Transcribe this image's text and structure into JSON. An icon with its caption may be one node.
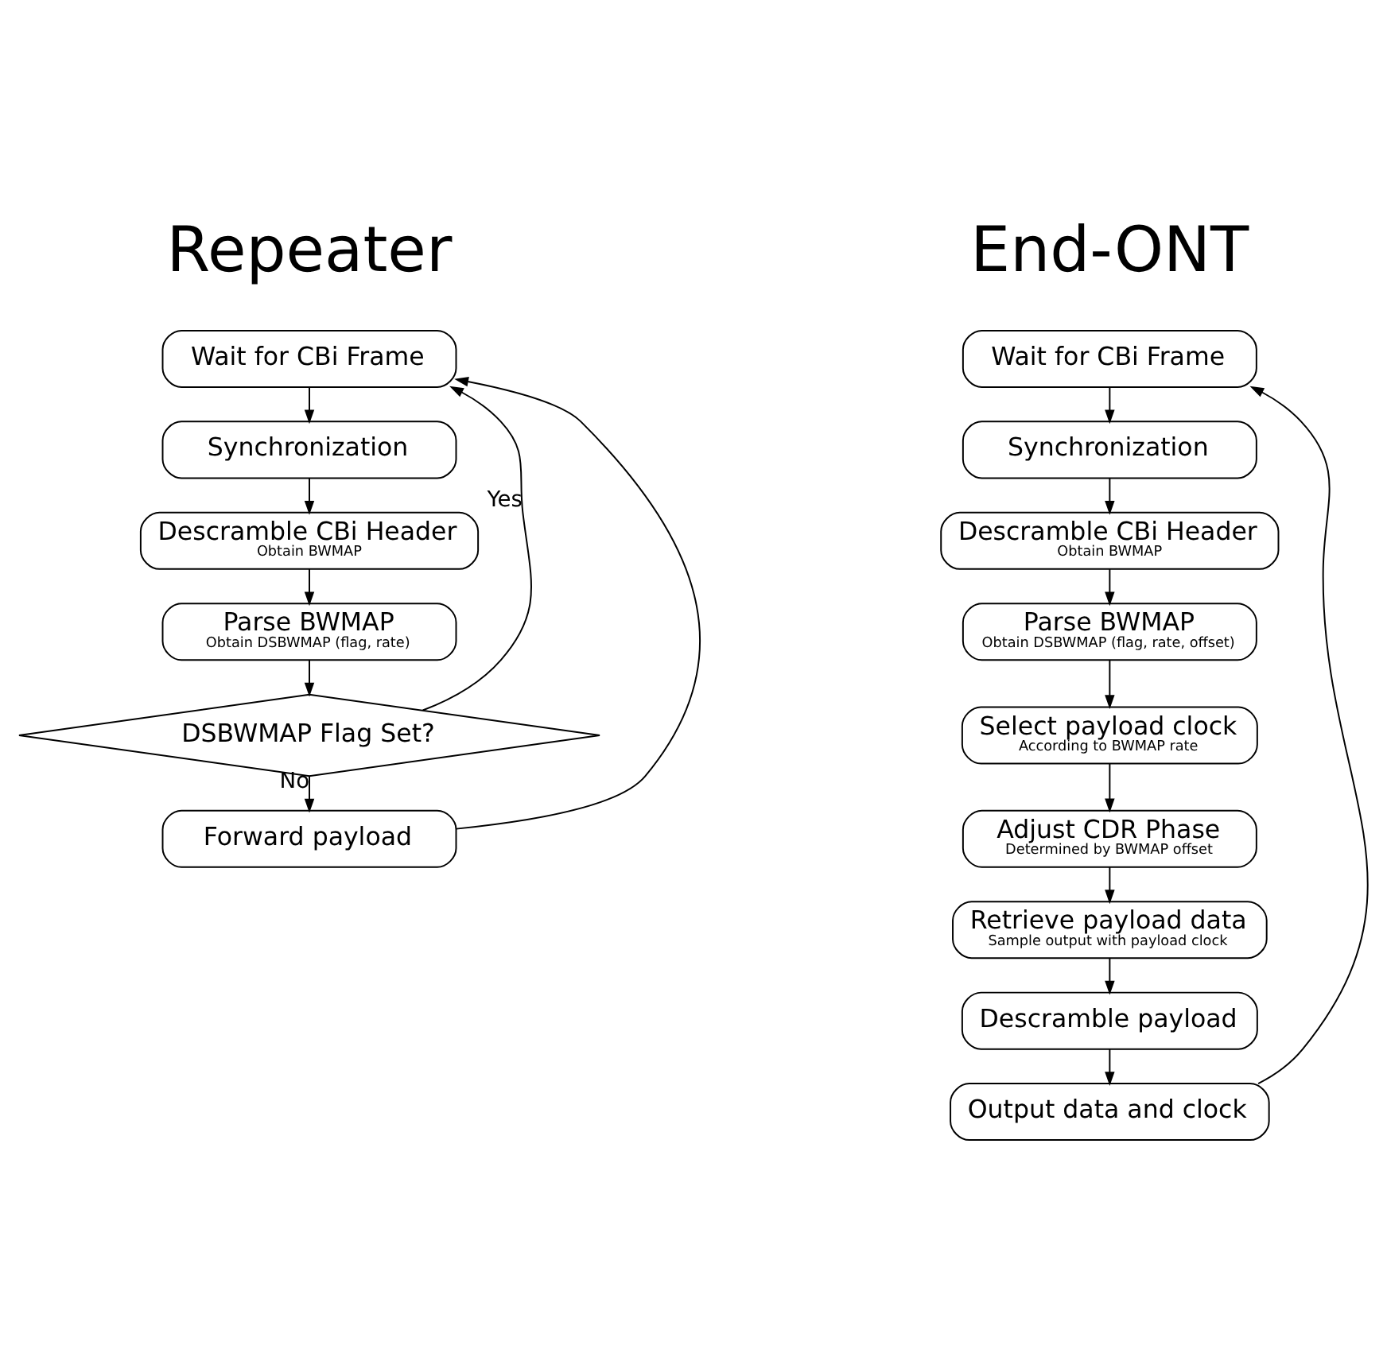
{
  "diagram": {
    "nodes": [
      {
        "text": [
          "Wait for CBi Frame"
        ]
      },
      {
        "text": [
          "Synchronization"
        ]
      },
      {
        "text": [
          "Descramble CBi Header",
          "Obtain BWMAP"
        ]
      },
      {
        "text": [
          "Parse BWMAP",
          "Obtain DSBWMAP (flag, rate)"
        ]
      },
      {
        "text": [
          "DSBWMAP Flag Set?"
        ]
      },
      {
        "text": [
          "Forward payload"
        ]
      },
      {
        "text": [
          "Wait for CBi Frame"
        ]
      },
      {
        "text": [
          "Synchronization"
        ]
      },
      {
        "text": [
          "Descramble CBi Header",
          "Obtain BWMAP"
        ]
      },
      {
        "text": [
          "Parse BWMAP",
          "Obtain DSBWMAP (flag, rate, offset)"
        ]
      },
      {
        "text": [
          "Select payload clock",
          "According to BWMAP rate"
        ]
      },
      {
        "text": [
          "Adjust CDR Phase",
          "Determined by BWMAP offset"
        ]
      },
      {
        "text": [
          "Retrieve payload data",
          "Sample output with payload clock"
        ]
      },
      {
        "text": [
          "Descramble payload"
        ]
      },
      {
        "text": [
          "Output data and clock"
        ]
      }
    ],
    "edges": [
      {
        "from": 0,
        "to": 1,
        "arrow": "to"
      },
      {
        "from": 1,
        "to": 2,
        "arrow": "to"
      },
      {
        "from": 2,
        "to": 3,
        "arrow": "to"
      },
      {
        "from": 3,
        "to": 4,
        "arrow": "to"
      },
      {
        "from": 4,
        "to": 0,
        "arrow": "to",
        "label": "Yes"
      },
      {
        "from": 4,
        "to": 5,
        "arrow": "to",
        "label": "No"
      },
      {
        "from": 5,
        "to": 0,
        "arrow": "to"
      },
      {
        "from": 6,
        "to": 7,
        "arrow": "to"
      },
      {
        "from": 7,
        "to": 8,
        "arrow": "to"
      },
      {
        "from": 8,
        "to": 9,
        "arrow": "to"
      },
      {
        "from": 9,
        "to": 10,
        "arrow": "to"
      },
      {
        "from": 10,
        "to": 11,
        "arrow": "to"
      },
      {
        "from": 11,
        "to": 12,
        "arrow": "to"
      },
      {
        "from": 12,
        "to": 13,
        "arrow": "to"
      },
      {
        "from": 13,
        "to": 14,
        "arrow": "to"
      },
      {
        "from": 14,
        "to": 6,
        "arrow": "to"
      }
    ],
    "labels": [
      "Repeater",
      "End-ONT"
    ]
  }
}
